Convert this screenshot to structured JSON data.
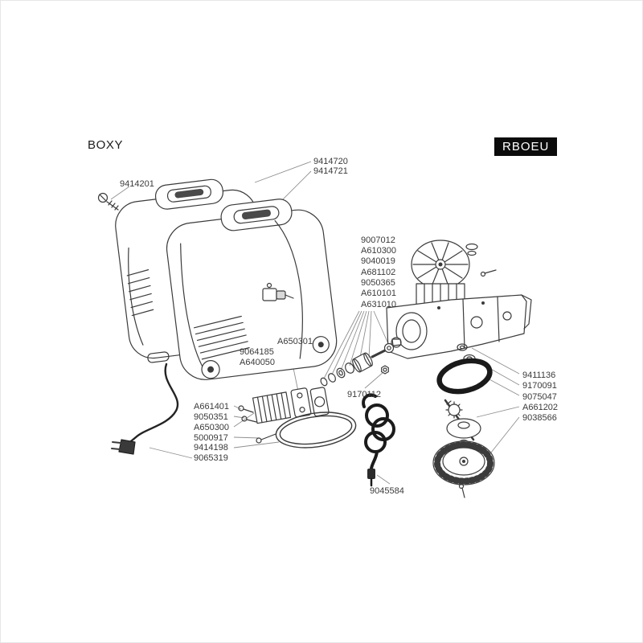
{
  "title": "BOXY",
  "badge": "RBOEU",
  "colors": {
    "line": "#3b3b3b",
    "badge_bg": "#0b0b0b",
    "leader": "#909090"
  },
  "parts": [
    "9414201",
    "9414720",
    "9414721",
    "9007012",
    "A610300",
    "9040019",
    "A681102",
    "9050365",
    "A610101",
    "A631010",
    "A650301",
    "9064185",
    "A640050",
    "9170112",
    "A661401",
    "9050351",
    "A650300",
    "5000917",
    "9414198",
    "9065319",
    "9411136",
    "9170091",
    "9075047",
    "A661202",
    "9038566",
    "9045584"
  ]
}
